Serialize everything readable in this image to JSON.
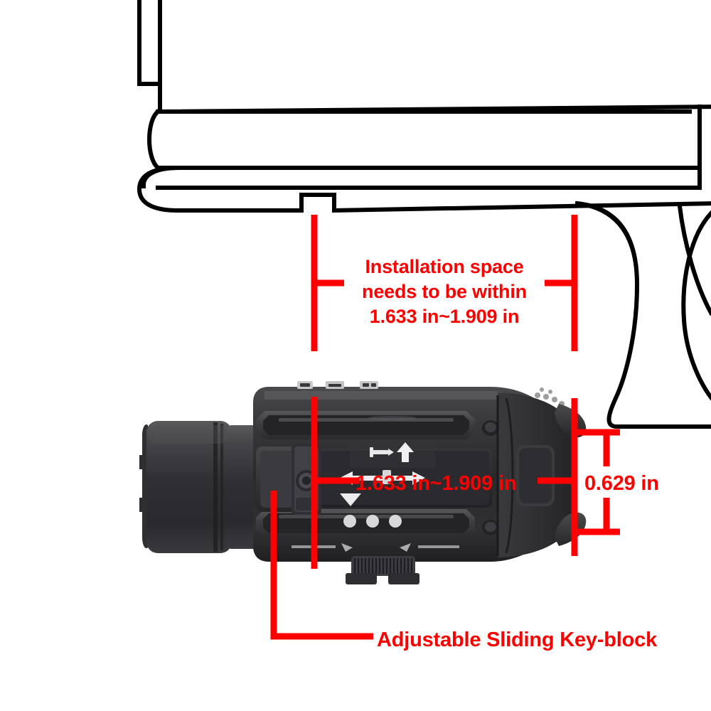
{
  "diagram": {
    "title": "Weapon light installation dimension diagram",
    "background_color": "#FFFFFF",
    "annotation_color": "#FF0000",
    "outline_color": "#000000"
  },
  "annotations": {
    "installation_note": {
      "line1": "Installation space",
      "line2": "needs to be within",
      "line3": "1.633 in~1.909 in",
      "full_text": "Installation space needs to be within 1.633 in~1.909 in"
    },
    "width_dimension": {
      "label": "1.633 in~1.909 in",
      "min_value": "1.633 in",
      "max_value": "1.909 in",
      "unit": "in",
      "orientation": "horizontal"
    },
    "height_dimension": {
      "label": "0.629 in",
      "value": "0.629 in",
      "unit": "in",
      "orientation": "vertical"
    },
    "keyblock_callout": {
      "label": "Adjustable Sliding Key-block"
    }
  },
  "parts": {
    "pistol_outline": "pistol-frame-line-art",
    "light_body": "weapon-light-body",
    "light_bezel": "flashlight-head-bezel",
    "top_rail": "mounting-rail-groove",
    "key_block": "adjustable-sliding-key-block",
    "switch_paddles": "tail-switch-paddles",
    "screw_arrow_marking": "screw-tighten-arrow-icon",
    "slider_arrow_marking": "slide-left-right-arrow-icon",
    "down_triangle_marking": "down-triangle-icon",
    "indicator_dots": "three-indicator-dots",
    "thumb_wheel": "knurled-thumb-wheel"
  }
}
